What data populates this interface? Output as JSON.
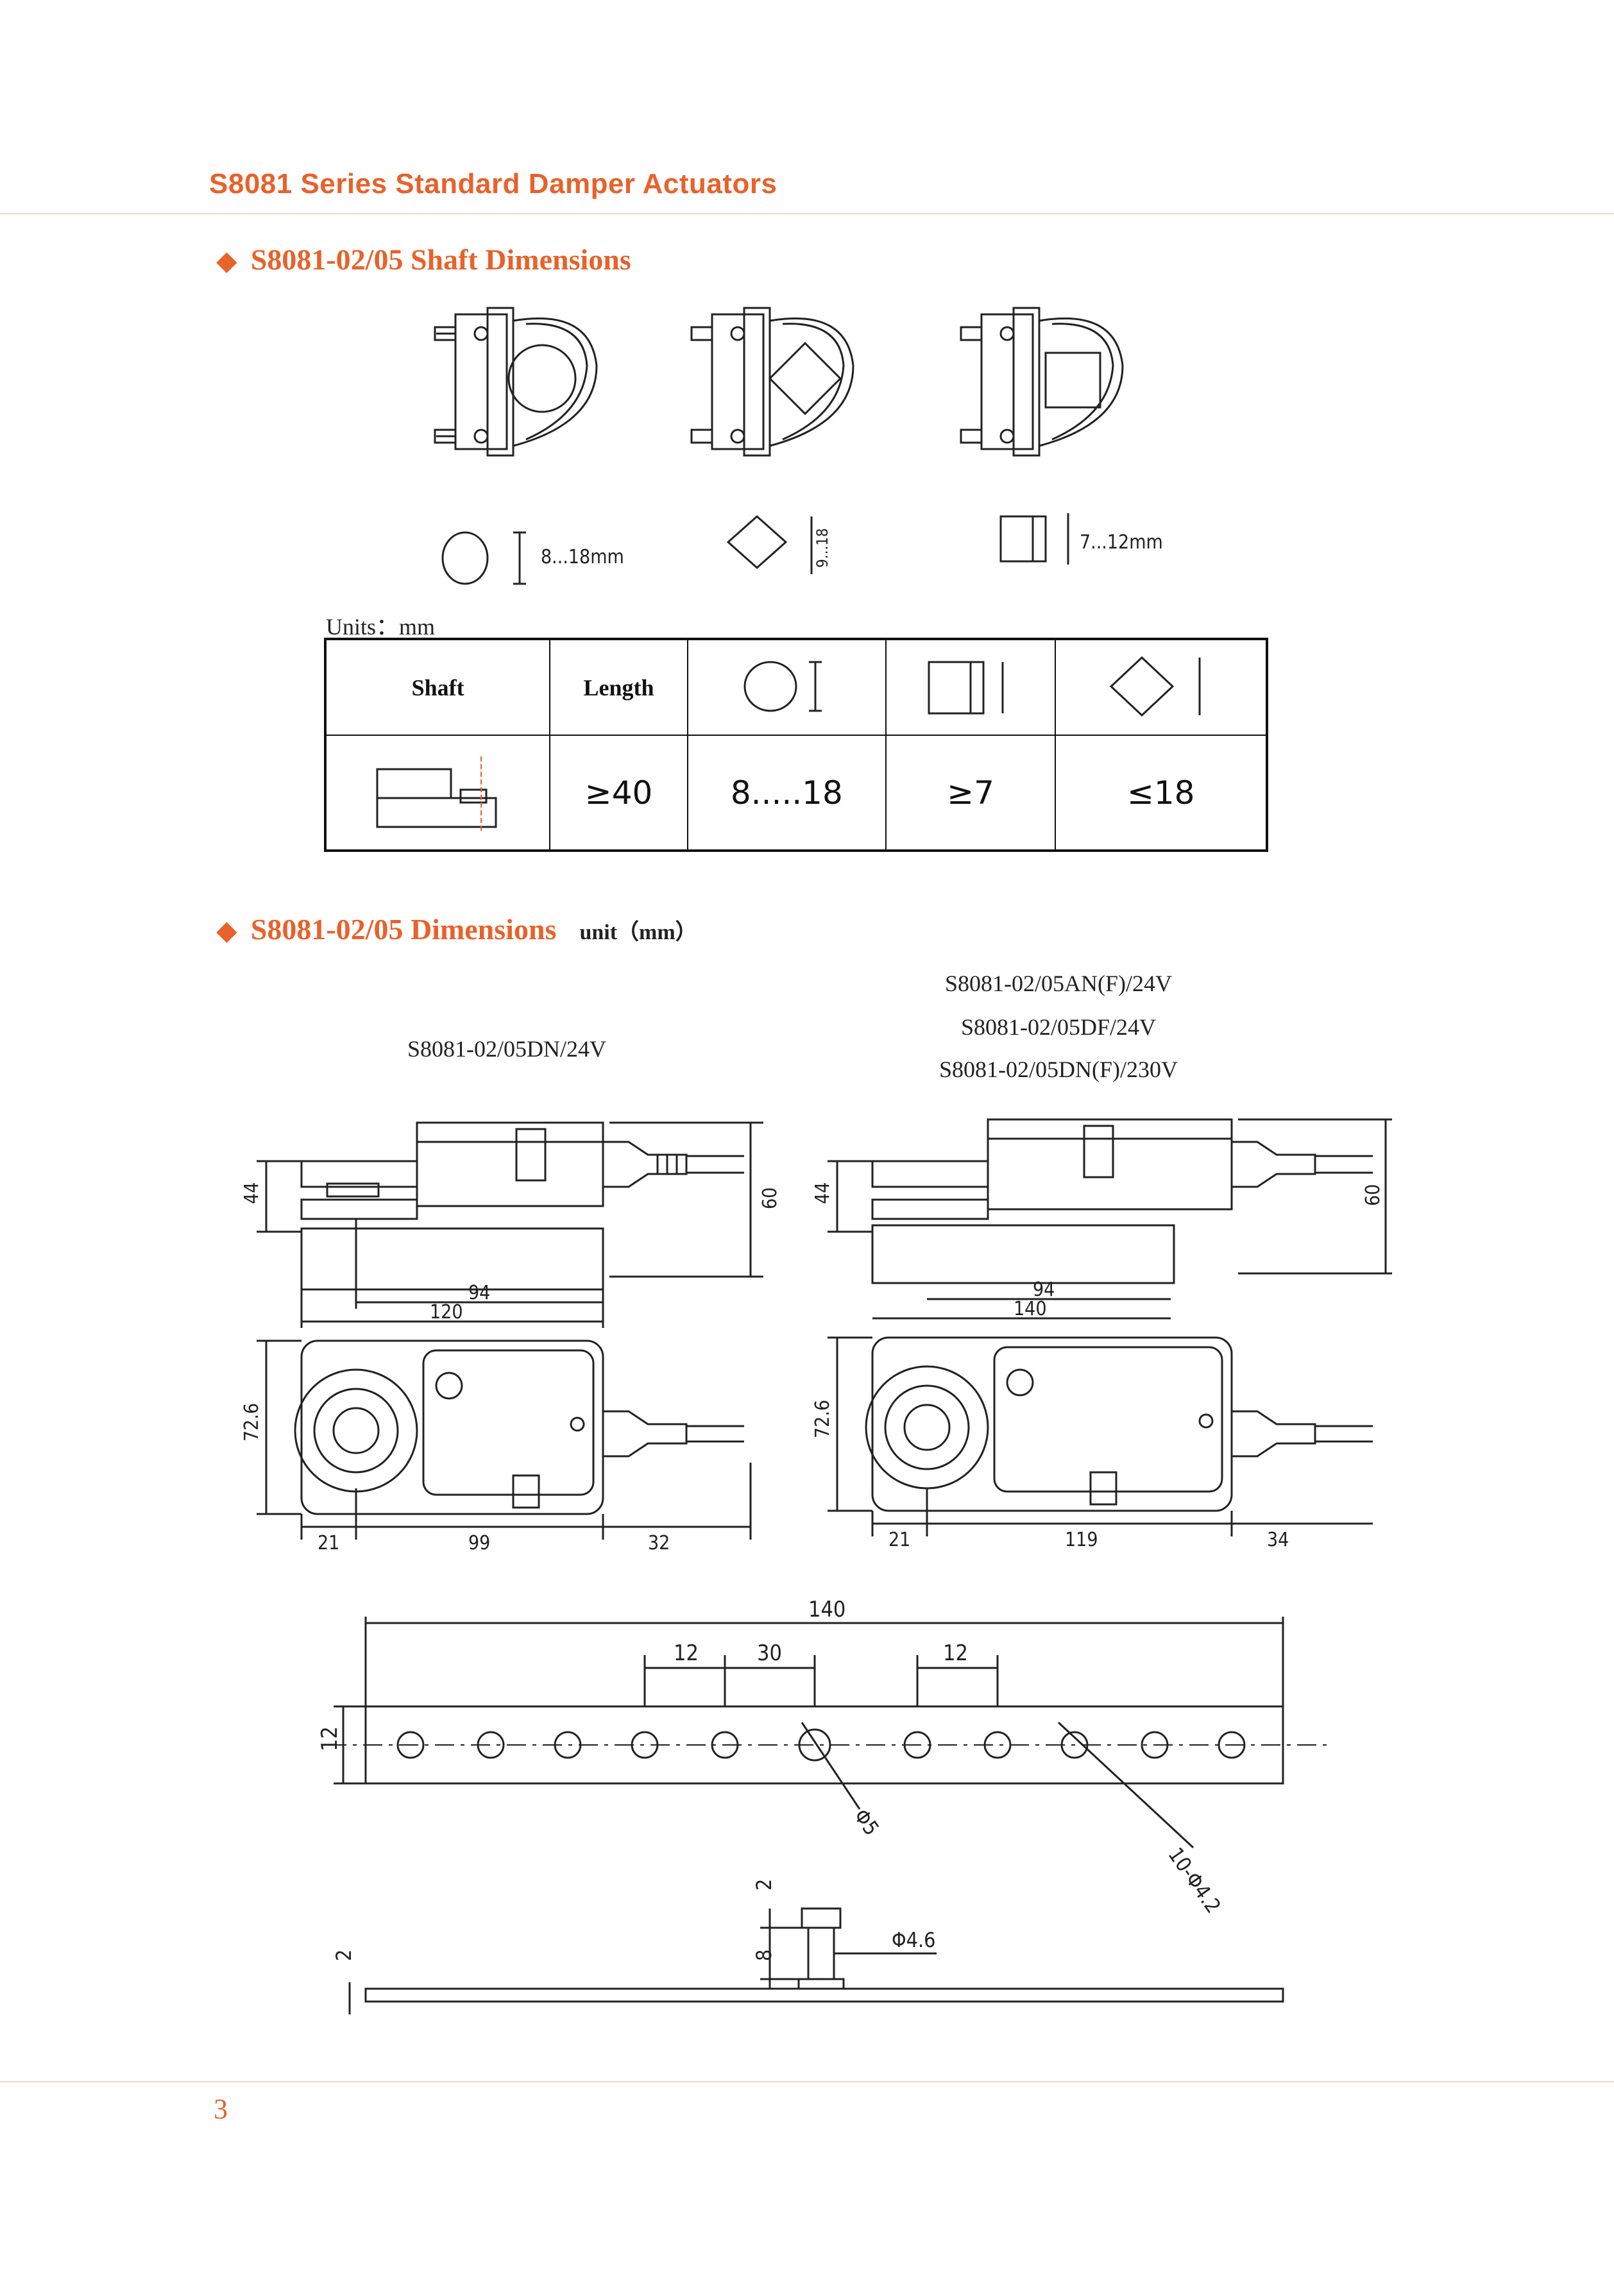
{
  "header": {
    "title": "S8081 Series Standard Damper Actuators"
  },
  "section1": {
    "title": "S8081-02/05 Shaft Dimensions",
    "shaft_ranges": {
      "round": "8...18mm",
      "diamond": "9...18",
      "square": "7...12mm"
    },
    "units_label": "Units：mm",
    "table": {
      "headers": {
        "shaft": "Shaft",
        "length": "Length"
      },
      "values": {
        "length": "≥40",
        "round": "8.....18",
        "square": "≥7",
        "diamond": "≤18"
      }
    }
  },
  "section2": {
    "title": "S8081-02/05 Dimensions",
    "unit_note": "unit（mm）",
    "left_model": "S8081-02/05DN/24V",
    "right_models": [
      "S8081-02/05AN(F)/24V",
      "S8081-02/05DF/24V",
      "S8081-02/05DN(F)/230V"
    ],
    "left_dims": {
      "height_44": "44",
      "height_60": "60",
      "w94": "94",
      "w120": "120",
      "h72_6": "72.6",
      "d21": "21",
      "d99": "99",
      "d32": "32"
    },
    "right_dims": {
      "height_44": "44",
      "height_60": "60",
      "w94": "94",
      "w140": "140",
      "h72_6": "72.6",
      "d21": "21",
      "d119": "119",
      "d34": "34"
    },
    "bracket_dims": {
      "total": "140",
      "left12": "12",
      "mid30": "30",
      "right12": "12",
      "height12": "12",
      "hole5": "Φ5",
      "holes": "10-Φ4.2",
      "t2a": "2",
      "h8": "8",
      "pin": "Φ4.6",
      "t2b": "2"
    }
  },
  "footer": {
    "page_number": "3"
  },
  "colors": {
    "accent": "#e8622a",
    "rule": "#f6d3c3"
  }
}
